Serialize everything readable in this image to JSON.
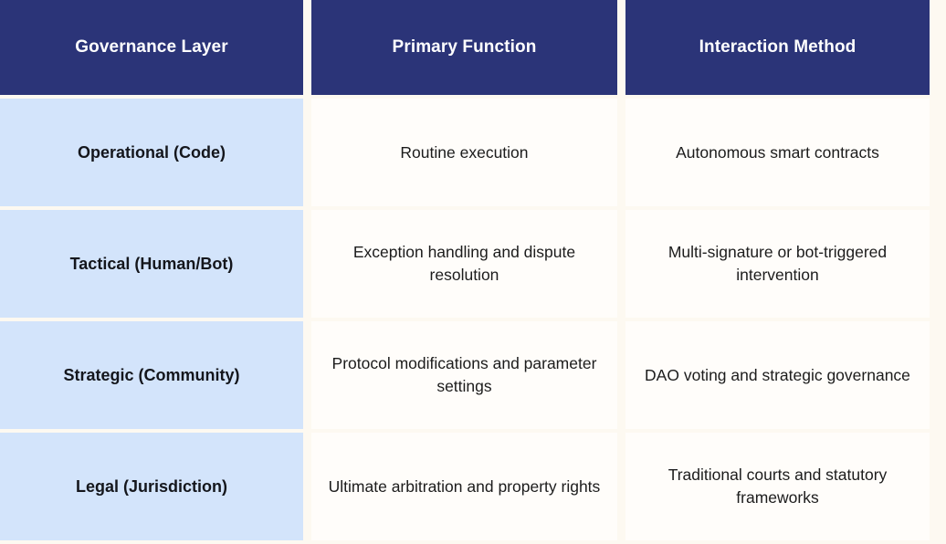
{
  "table": {
    "columns": [
      {
        "key": "governance_layer",
        "label": "Governance Layer"
      },
      {
        "key": "primary_function",
        "label": "Primary Function"
      },
      {
        "key": "interaction_method",
        "label": "Interaction Method"
      }
    ],
    "rows": [
      {
        "governance_layer": "Operational (Code)",
        "primary_function": "Routine execution",
        "interaction_method": "Autonomous smart contracts"
      },
      {
        "governance_layer": "Tactical (Human/Bot)",
        "primary_function": "Exception handling and dispute resolution",
        "interaction_method": "Multi-signature or bot-triggered intervention"
      },
      {
        "governance_layer": "Strategic (Community)",
        "primary_function": "Protocol modifications and parameter settings",
        "interaction_method": "DAO voting and strategic governance"
      },
      {
        "governance_layer": "Legal (Jurisdiction)",
        "primary_function": "Ultimate arbitration and property rights",
        "interaction_method": "Traditional courts and statutory frameworks"
      }
    ]
  },
  "colors": {
    "page_background": "#FDF9F1",
    "header_background": "#2B3478",
    "header_text": "#FFFFFF",
    "layer_cell_background": "#D3E4FB",
    "layer_cell_text": "#14161C",
    "body_cell_background": "#FFFDFA",
    "body_cell_text": "#1C1C1C"
  }
}
